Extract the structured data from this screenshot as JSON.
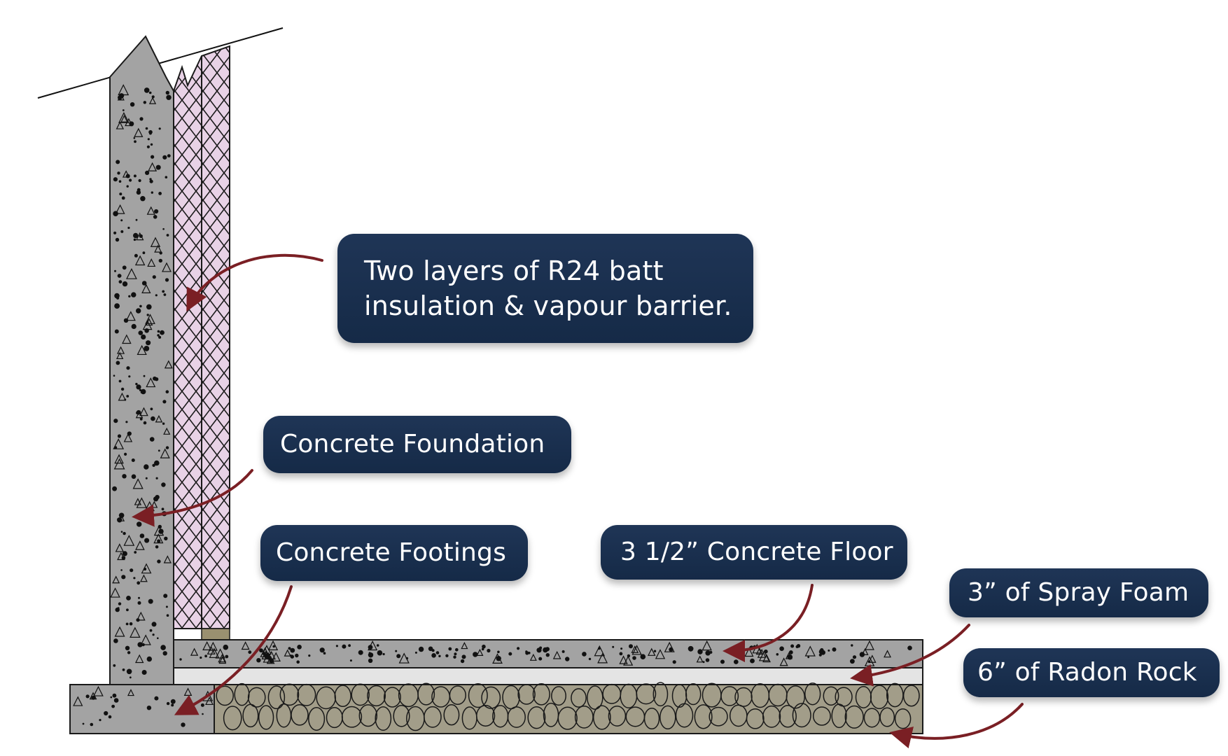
{
  "diagram": {
    "callouts": {
      "insulation": {
        "line1": "Two layers of R24 batt",
        "line2": "insulation & vapour barrier."
      },
      "foundation": "Concrete Foundation",
      "footings": "Concrete Footings",
      "floor": "3 1/2” Concrete Floor",
      "spray_foam": "3” of Spray Foam",
      "radon_rock": "6” of Radon Rock"
    },
    "colors": {
      "callout_bg": "#1b3150",
      "callout_text": "#ffffff",
      "arrow": "#7a1f24",
      "concrete": "#a3a3a3",
      "insulation": "#e8d2e6",
      "spray_foam": "#e4e4e4",
      "radon_rock": "#a29d89",
      "outline": "#1a1a1a"
    }
  }
}
